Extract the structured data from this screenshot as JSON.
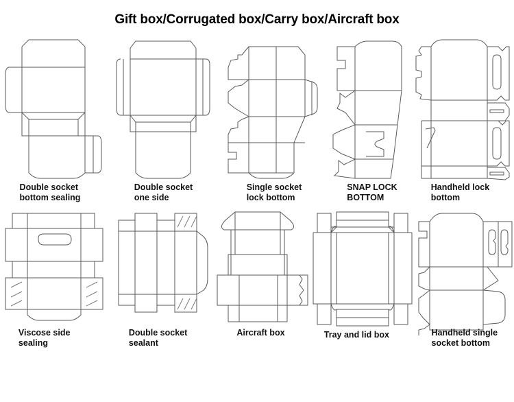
{
  "page": {
    "title": "Gift box/Corrugated box/Carry box/Aircraft box",
    "background_color": "#ffffff",
    "line_color": "#5a5a5a",
    "text_color": "#111111"
  },
  "diagrams": {
    "row1": [
      {
        "id": "double-socket-bottom-sealing",
        "label": "Double socket\nbottom sealing",
        "icon": "box-dieline-icon"
      },
      {
        "id": "double-socket-one-side",
        "label": "Double socket\none side",
        "icon": "box-dieline-icon"
      },
      {
        "id": "single-socket-lock-bottom",
        "label": "Single socket\nlock bottom",
        "icon": "box-dieline-icon"
      },
      {
        "id": "snap-lock-bottom",
        "label": "SNAP LOCK\nBOTTOM",
        "icon": "box-dieline-icon"
      },
      {
        "id": "handheld-lock-bottom",
        "label": "Handheld lock\nbottom",
        "icon": "box-dieline-icon"
      }
    ],
    "row2": [
      {
        "id": "viscose-side-sealing",
        "label": "Viscose side\nsealing",
        "icon": "box-dieline-icon"
      },
      {
        "id": "double-socket-sealant",
        "label": "Double socket\nsealant",
        "icon": "box-dieline-icon"
      },
      {
        "id": "aircraft-box",
        "label": "Aircraft box",
        "icon": "box-dieline-icon"
      },
      {
        "id": "tray-and-lid-box",
        "label": "Tray and lid box",
        "icon": "box-dieline-icon"
      },
      {
        "id": "handheld-single-socket-bottom",
        "label": "Handheld single\nsocket bottom",
        "icon": "box-dieline-icon"
      }
    ]
  }
}
